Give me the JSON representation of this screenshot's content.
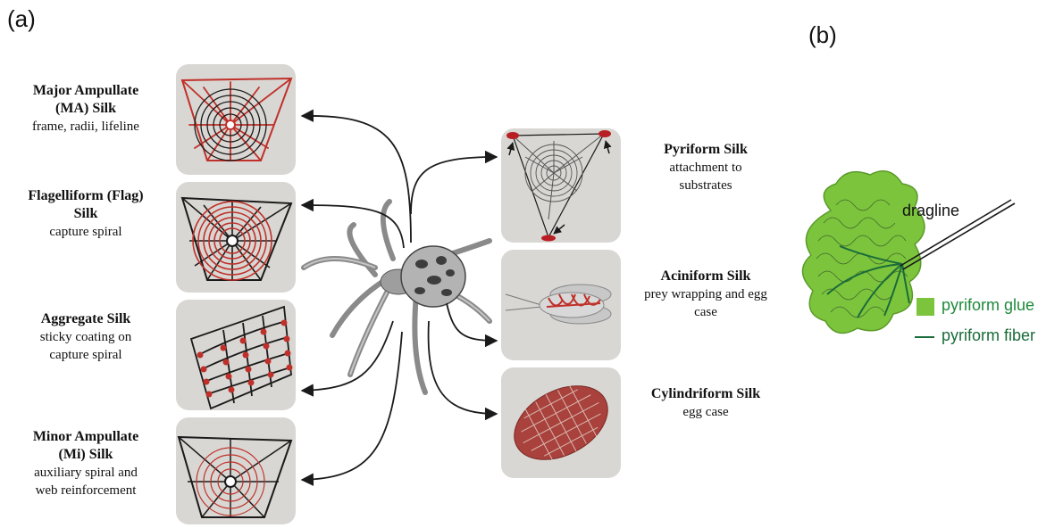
{
  "panels": {
    "a": "(a)",
    "b": "(b)"
  },
  "left_silks": [
    {
      "title_lines": [
        "Major Ampullate",
        "(MA) Silk"
      ],
      "desc_lines": [
        "frame, radii, lifeline"
      ]
    },
    {
      "title_lines": [
        "Flagelliform (Flag)",
        "Silk"
      ],
      "desc_lines": [
        "capture spiral"
      ]
    },
    {
      "title_lines": [
        "Aggregate Silk"
      ],
      "desc_lines": [
        "sticky coating on",
        "capture spiral"
      ]
    },
    {
      "title_lines": [
        "Minor Ampullate",
        "(Mi) Silk"
      ],
      "desc_lines": [
        "auxiliary spiral and",
        "web reinforcement"
      ]
    }
  ],
  "right_silks": [
    {
      "title_lines": [
        "Pyriform Silk"
      ],
      "desc_lines": [
        "attachment to",
        "substrates"
      ]
    },
    {
      "title_lines": [
        "Aciniform Silk"
      ],
      "desc_lines": [
        "prey wrapping and egg",
        "case"
      ]
    },
    {
      "title_lines": [
        "Cylindriform Silk"
      ],
      "desc_lines": [
        "egg case"
      ]
    }
  ],
  "panel_b": {
    "dragline": "dragline",
    "legend": [
      {
        "label": "pyriform glue",
        "color": "#7cc43c",
        "kind": "square"
      },
      {
        "label": "pyriform fiber",
        "color": "#1a6b3a",
        "kind": "line"
      }
    ]
  },
  "colors": {
    "tile": "#d9d7d3",
    "red_silk": "#c0302a",
    "arrow": "#1a1a1a"
  }
}
